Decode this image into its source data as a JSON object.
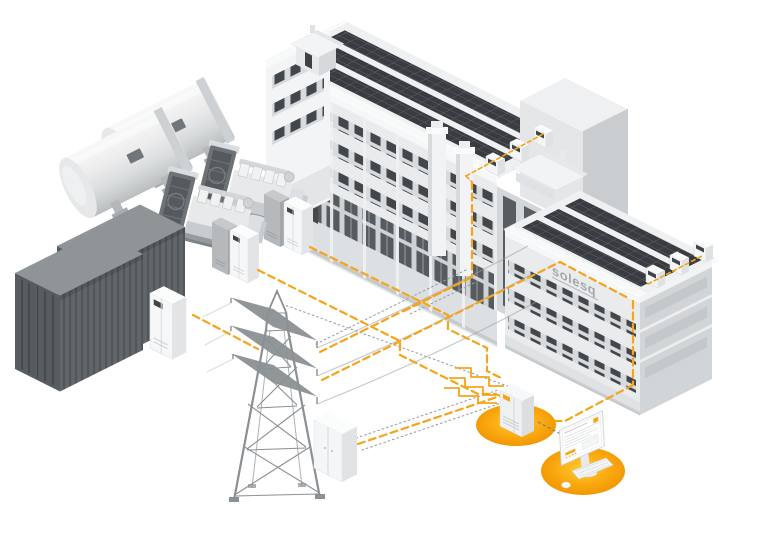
{
  "scene": {
    "description": "Isometric illustration of a hybrid commercial energy system / microgrid",
    "components": [
      "gas-storage-tank",
      "gas-genset",
      "genset-inverter-cabinet",
      "battery-storage-container",
      "battery-inverter-cabinet",
      "transmission-tower",
      "grid-connection-cabinet",
      "factory-building-rooftop-solar",
      "office-building-rooftop-solar",
      "rooftop-string-inverter",
      "microgrid-controller-cabinet",
      "monitoring-workstation"
    ]
  },
  "building": {
    "logo_text": "solesq"
  },
  "monitor": {
    "screen": "dashboard-ui"
  },
  "colors": {
    "accent": "#F5A41B",
    "accent_deep": "#EF8E00",
    "spot_inner": "#FFCB31",
    "spot_mid": "#FAA90F",
    "spot_outer": "#F09200",
    "solar_panel": "#383C40",
    "window": "#42474B",
    "building_wall": "#E8EAEB",
    "building_trim": "#F6F7F8",
    "building_shadow": "#C9CDD0",
    "recess_glass": "#585D61",
    "container": "#60666A",
    "container_top": "#8F9496",
    "tower": "#8B9094",
    "wire": "#9A9FA3",
    "cable_dot": "#9AA0A4",
    "cabinet_white": "#F6F7F8"
  }
}
